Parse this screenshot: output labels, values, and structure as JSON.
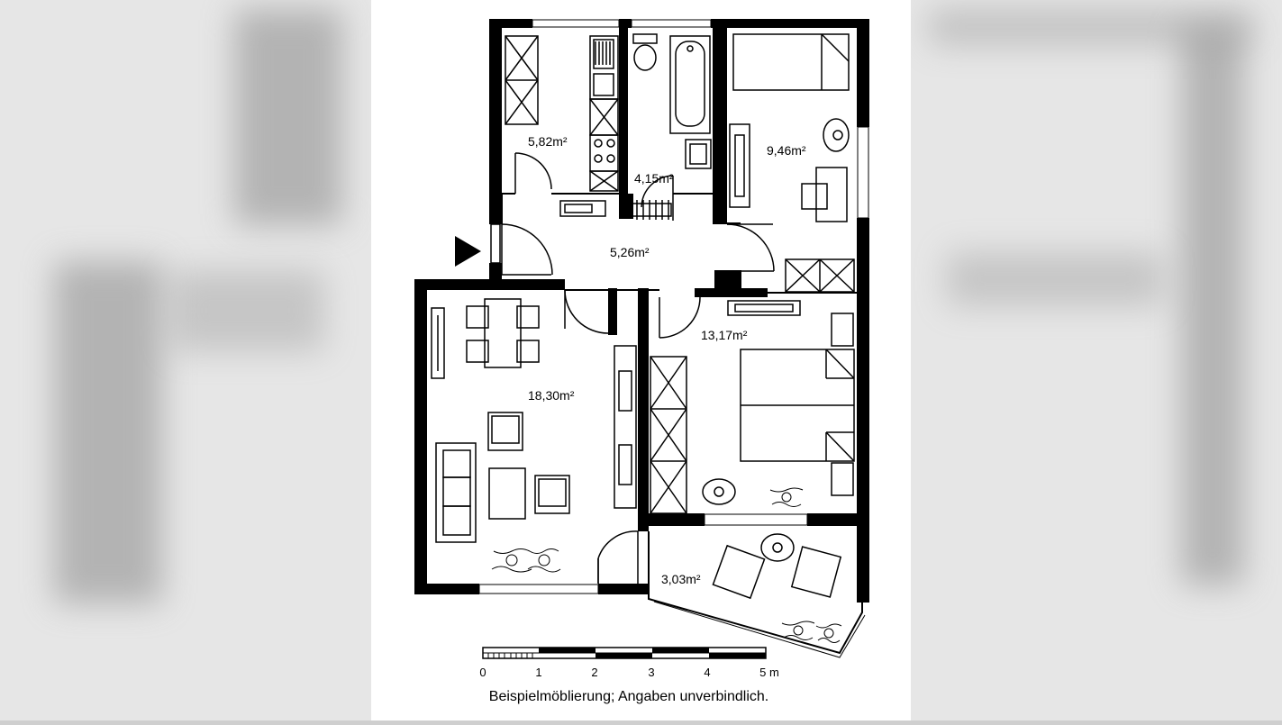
{
  "rooms": [
    {
      "id": "kitchen",
      "area": "5,82m²"
    },
    {
      "id": "bathroom",
      "area": "4,15m²"
    },
    {
      "id": "bedroom-small",
      "area": "9,46m²"
    },
    {
      "id": "hallway",
      "area": "5,26m²"
    },
    {
      "id": "living",
      "area": "18,30m²"
    },
    {
      "id": "bedroom",
      "area": "13,17m²"
    },
    {
      "id": "balcony",
      "area": "3,03m²"
    }
  ],
  "scale": {
    "ticks": [
      "0",
      "1",
      "2",
      "3",
      "4",
      "5 m"
    ]
  },
  "caption": "Beispielmöblierung; Angaben unverbindlich.",
  "icons": {
    "entrance": "entrance-arrow-icon"
  }
}
